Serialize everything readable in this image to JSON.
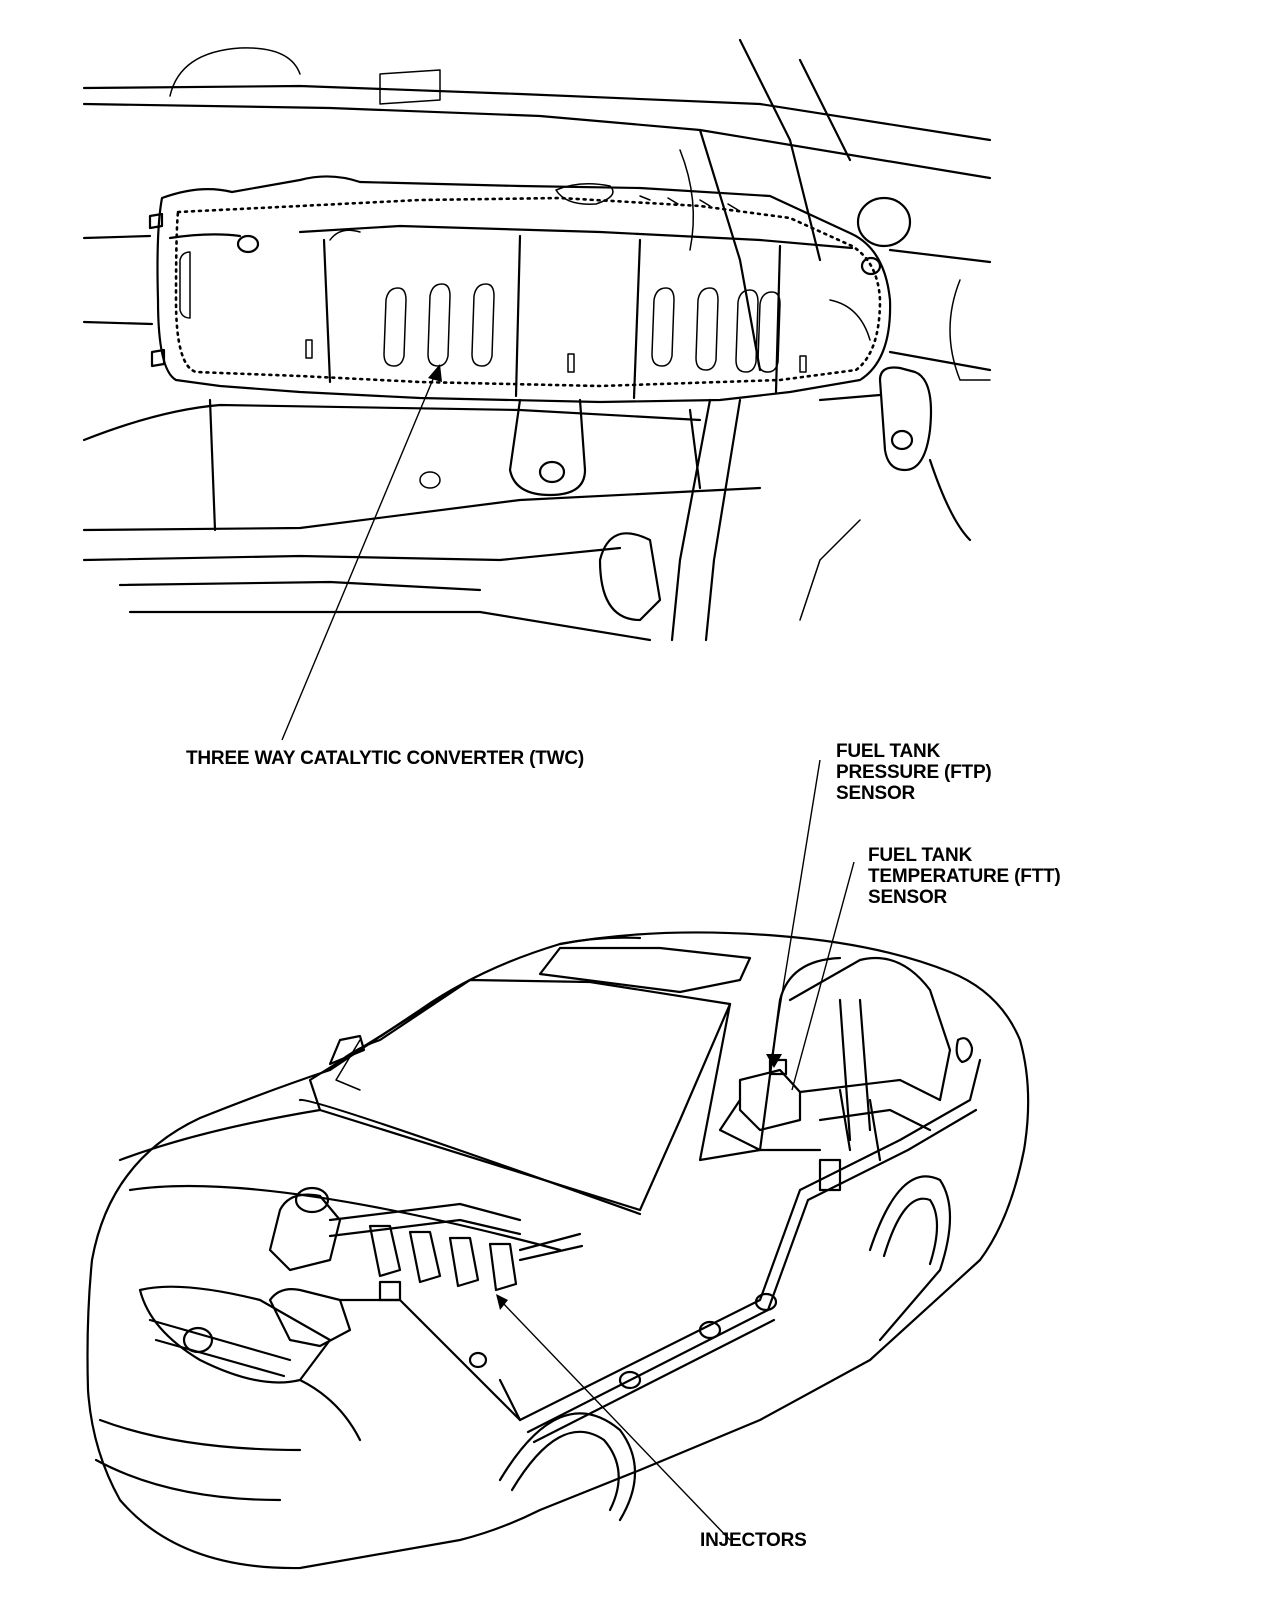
{
  "labels": {
    "twc": {
      "text": "THREE WAY CATALYTIC CONVERTER (TWC)"
    },
    "ftp": {
      "lines": [
        "FUEL TANK",
        "PRESSURE (FTP)",
        "SENSOR"
      ]
    },
    "ftt": {
      "lines": [
        "FUEL TANK",
        "TEMPERATURE (FTT)",
        "SENSOR"
      ]
    },
    "injectors": {
      "text": "INJECTORS"
    }
  }
}
